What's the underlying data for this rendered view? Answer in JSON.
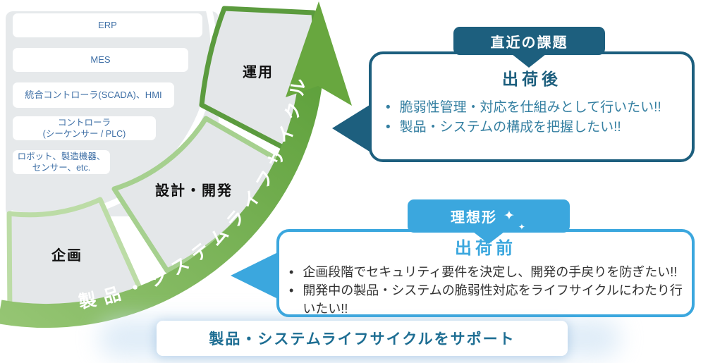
{
  "diagram": {
    "cycle_label": "製品・システムライフサイクル",
    "stack_items": [
      "ERP",
      "MES",
      "統合コントローラ(SCADA)、HMI",
      "コントローラ\n(シーケンサー / PLC)",
      "ロボット、製造機器、\nセンサー、etc."
    ],
    "segments": [
      {
        "label": "運用"
      },
      {
        "label": "設計・開発"
      },
      {
        "label": "企画"
      }
    ]
  },
  "callout_after": {
    "badge": "直近の課題",
    "title": "出荷後",
    "bullets": [
      "脆弱性管理・対応を仕組みとして行いたい!!",
      "製品・システムの構成を把握したい!!"
    ]
  },
  "callout_before": {
    "badge": "理想形",
    "sparkle": "✦",
    "title": "出荷前",
    "bullets": [
      "企画段階でセキュリティ要件を決定し、開発の手戻りを防ぎたい!!",
      "開発中の製品・システムの脆弱性対応をライフサイクルにわたり行いたい!!"
    ]
  },
  "banner": {
    "label": "製品・システムライフサイクルをサポート"
  },
  "colors": {
    "dark_teal": "#1D5F7E",
    "light_blue": "#3BA7DE",
    "bullet_teal": "#347FA1",
    "banner_text": "#1E6E93",
    "stack_text": "#3E6FA6",
    "green_dark": "#5B9B3E",
    "green_mid": "#A6D08F",
    "green_pale": "#BCDCA6",
    "band_green_start": "#95C573",
    "band_green_end": "#5FA13C",
    "panel_gray": "#E6E9EB"
  }
}
